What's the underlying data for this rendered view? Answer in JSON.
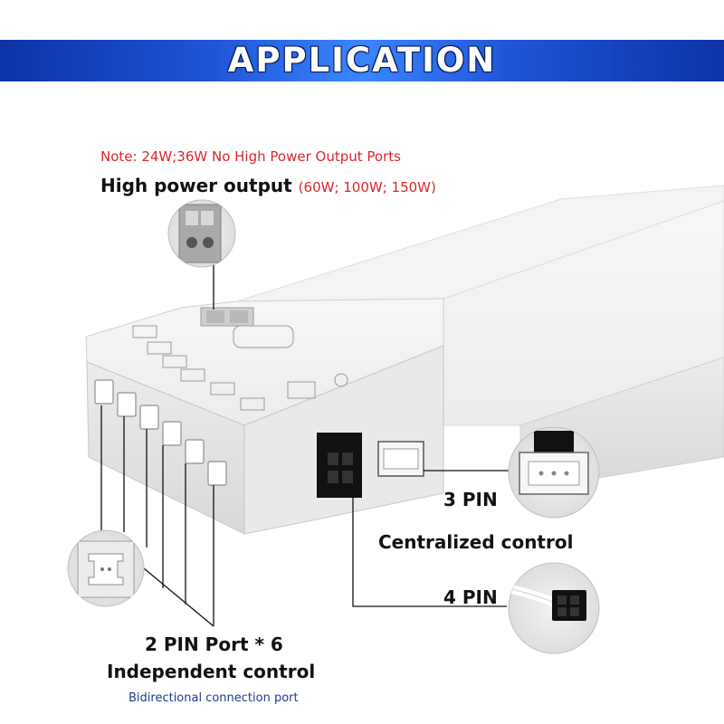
{
  "banner": {
    "title": "APPLICATION"
  },
  "note": {
    "text": "Note: 24W;36W No High Power Output Ports"
  },
  "high_power": {
    "title": "High power output",
    "watts": "(60W; 100W; 150W)"
  },
  "labels": {
    "pin3": "3 PIN",
    "centralized": "Centralized control",
    "pin4": "4 PIN",
    "port2": "2 PIN Port * 6",
    "independent": "Independent control",
    "bidirectional": "Bidirectional connection port"
  },
  "colors": {
    "banner": "#1f56d8",
    "note_red": "#d9262c",
    "device": "#f2f2f2"
  }
}
